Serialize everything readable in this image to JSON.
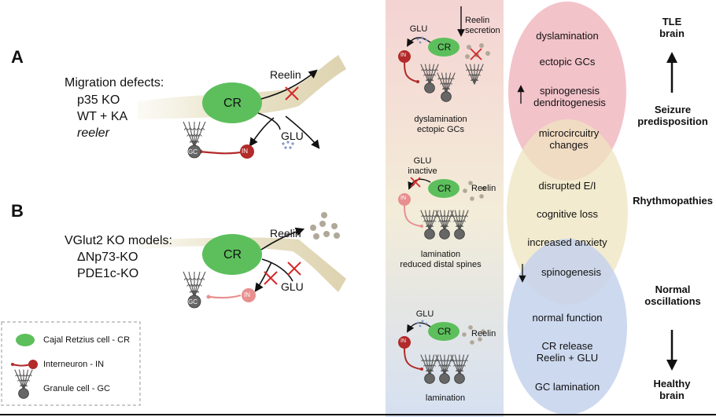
{
  "panel_a": {
    "letter": "A",
    "title": "Migration defects:",
    "models": [
      "p35 KO",
      "WT + KA",
      "reeler"
    ],
    "cell_label": "CR",
    "reelin_label": "Reelin",
    "glu_label": "GLU",
    "in_label": "IN",
    "gc_label": "GC"
  },
  "panel_b": {
    "letter": "B",
    "title": "VGlut2 KO models:",
    "models": [
      "ΔNp73-KO",
      "PDE1c-KO"
    ],
    "cell_label": "CR",
    "reelin_label": "Reelin",
    "glu_label": "GLU",
    "in_label": "IN",
    "gc_label": "GC"
  },
  "legend": {
    "items": [
      {
        "label": "Cajal Retzius cell - CR",
        "icon": "green-ellipse-icon"
      },
      {
        "label": "Interneuron - IN",
        "icon": "interneuron-icon"
      },
      {
        "label": "Granule cell - GC",
        "icon": "granule-cell-icon"
      }
    ]
  },
  "states": [
    {
      "glu": "GLU",
      "reelin": "Reelin\nsecretion",
      "cr": "CR",
      "in": "IN",
      "gc": "GC",
      "caption": "dyslamination\nectopic GCs"
    },
    {
      "glu": "GLU\ninactive",
      "reelin": "Reelin",
      "cr": "CR",
      "in": "IN",
      "gc": "GC",
      "caption": "lamination\nreduced distal spines"
    },
    {
      "glu": "GLU",
      "reelin": "Reelin",
      "cr": "CR",
      "in": "IN",
      "gc": "GC",
      "caption": "lamination"
    }
  ],
  "venn": {
    "top": [
      "dyslamination",
      "ectopic GCs",
      "spinogenesis\ndendritogenesis"
    ],
    "overlap_top": "microcircuitry\nchanges",
    "middle": [
      "disrupted E/I",
      "cognitive loss",
      "increased anxiety"
    ],
    "overlap_bottom": "spinogenesis",
    "bottom": [
      "normal function",
      "CR release\nReelin + GLU",
      "GC lamination"
    ]
  },
  "outcomes": {
    "tle": "TLE\nbrain",
    "seizure": "Seizure\npredisposition",
    "rhythm": "Rhythmopathies",
    "normal": "Normal\noscillations",
    "healthy": "Healthy\nbrain"
  },
  "colors": {
    "cr_green": "#5cbf5c",
    "in_dark": "#b22a2a",
    "in_light": "#e88f8f",
    "venn_red": "#f2bcc4",
    "venn_yellow": "#efe4bf",
    "venn_blue": "#c4d2ec",
    "glu_dots": "#7f97c9",
    "reelin_dots": "#b0a898",
    "gc_gray": "#666666"
  }
}
